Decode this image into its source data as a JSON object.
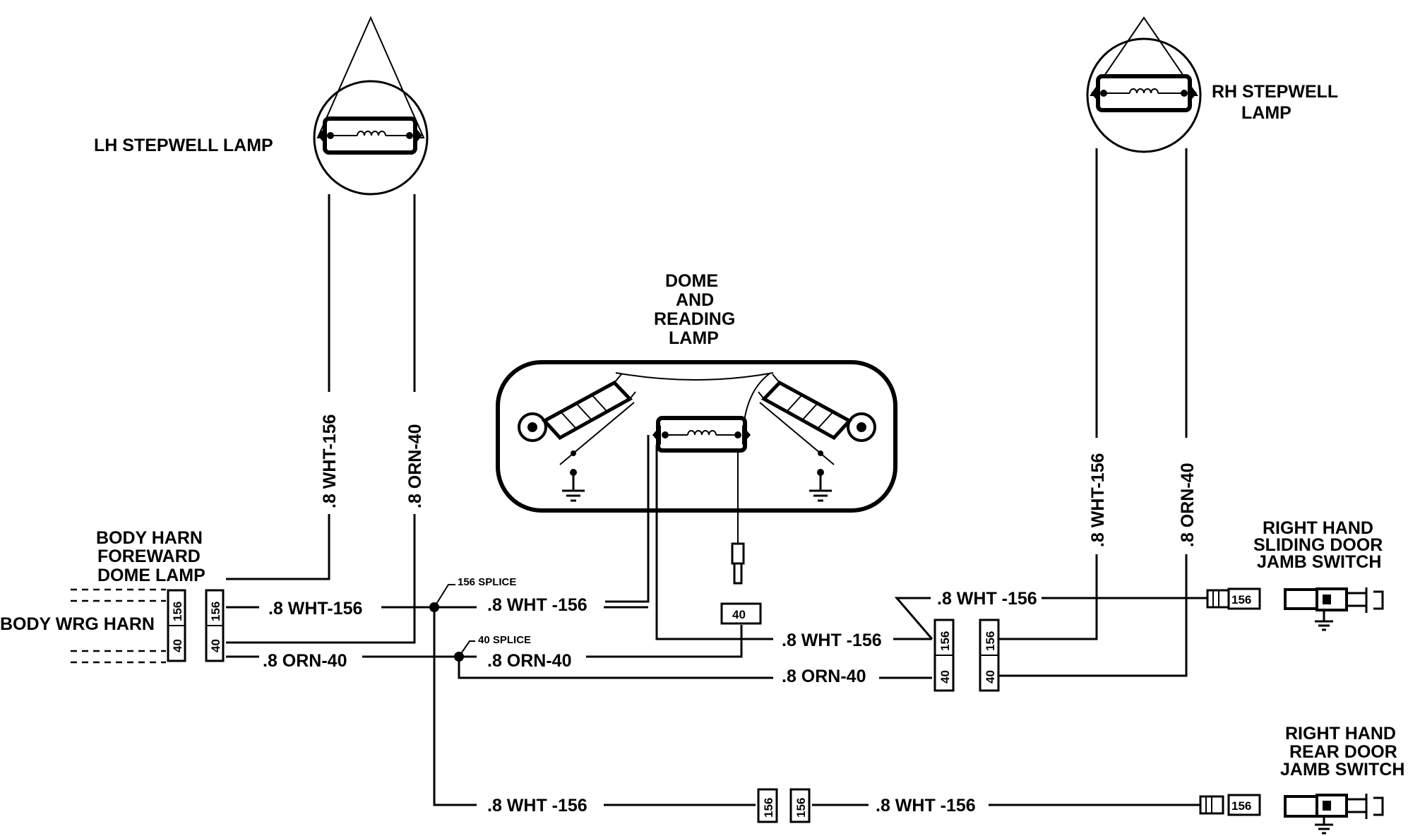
{
  "colors": {
    "line": "#000000",
    "background": "#ffffff"
  },
  "labels": {
    "lh_stepwell_lamp": "LH STEPWELL LAMP",
    "rh_stepwell_lamp_1": "RH STEPWELL",
    "rh_stepwell_lamp_2": "LAMP",
    "dome_1": "DOME",
    "dome_2": "AND",
    "dome_3": "READING",
    "dome_4": "LAMP",
    "body_harn_1": "BODY  HARN",
    "body_harn_2": "FOREWARD",
    "body_harn_3": "DOME  LAMP",
    "body_wrg_harn": "BODY WRG HARN",
    "rh_sliding_1": "RIGHT HAND",
    "rh_sliding_2": "SLIDING DOOR",
    "rh_sliding_3": "JAMB SWITCH",
    "rh_rear_1": "RIGHT HAND",
    "rh_rear_2": "REAR DOOR",
    "rh_rear_3": "JAMB SWITCH",
    "splice_156": "156 SPLICE",
    "splice_40": "40 SPLICE"
  },
  "wires": {
    "lh_wht_vertical": ".8  WHT-156",
    "lh_orn_vertical": ".8  ORN-40",
    "rh_wht_vertical": ".8  WHT-156",
    "rh_orn_vertical": ".8  ORN-40",
    "harn_wht": ".8  WHT-156",
    "harn_orn": ".8  ORN-40",
    "splice_wht_to_dome": ".8  WHT -156",
    "splice_orn": ".8  ORN-40",
    "dome_wht_to_conn": ".8  WHT -156",
    "orn_to_conn": ".8  ORN-40",
    "sliding_wht": ".8  WHT -156",
    "rear_wht_left": ".8  WHT -156",
    "rear_wht_right": ".8  WHT -156"
  },
  "terminals": {
    "t156": "156",
    "t40": "40"
  }
}
